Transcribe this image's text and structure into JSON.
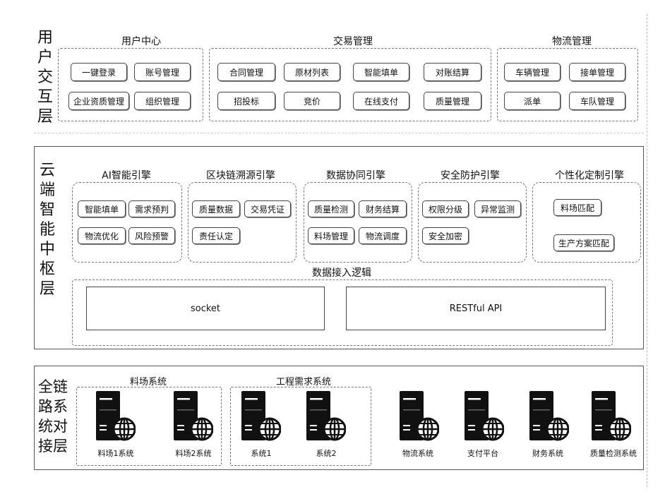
{
  "layers": {
    "user": {
      "title": "用户交互层",
      "groups": {
        "user_center": {
          "label": "用户中心",
          "items": [
            "一键登录",
            "账号管理",
            "企业资质管理",
            "组织管理"
          ]
        },
        "trade": {
          "label": "交易管理",
          "items": [
            "合同管理",
            "原材列表",
            "智能填单",
            "对账结算",
            "招投标",
            "竞价",
            "在线支付",
            "质量管理"
          ]
        },
        "logistics": {
          "label": "物流管理",
          "items": [
            "车辆管理",
            "接单管理",
            "派单",
            "车队管理"
          ]
        }
      }
    },
    "cloud": {
      "title": "云端智能中枢层",
      "engines": {
        "ai": {
          "label": "AI智能引擎",
          "items": [
            "智能填单",
            "需求预判",
            "物流优化",
            "风险预警"
          ]
        },
        "blockchain": {
          "label": "区块链溯源引擎",
          "items": [
            "质量数据",
            "交易凭证",
            "责任认定"
          ]
        },
        "data": {
          "label": "数据协同引擎",
          "items": [
            "质量检测",
            "财务结算",
            "料场管理",
            "物流调度"
          ]
        },
        "security": {
          "label": "安全防护引擎",
          "items": [
            "权限分级",
            "异常监测",
            "安全加密"
          ]
        },
        "custom": {
          "label": "个性化定制引擎",
          "items": [
            "料场匹配",
            "生产方案匹配"
          ]
        }
      },
      "access": {
        "label": "数据接入逻辑",
        "items": [
          "socket",
          "RESTful API"
        ]
      }
    },
    "chain": {
      "title": "全链路系统对接层",
      "groups": {
        "yard": {
          "label": "料场系统",
          "servers": [
            "料场1系统",
            "料场2系统"
          ]
        },
        "engineering": {
          "label": "工程需求系统",
          "servers": [
            "系统1",
            "系统2"
          ]
        }
      },
      "standalone": [
        "物流系统",
        "支付平台",
        "财务系统",
        "质量检测系统"
      ]
    }
  },
  "colors": {
    "border": "#444444",
    "dash": "#777777",
    "server": "#111111"
  },
  "icons": {
    "server": "server-icon",
    "globe": "globe-icon"
  }
}
